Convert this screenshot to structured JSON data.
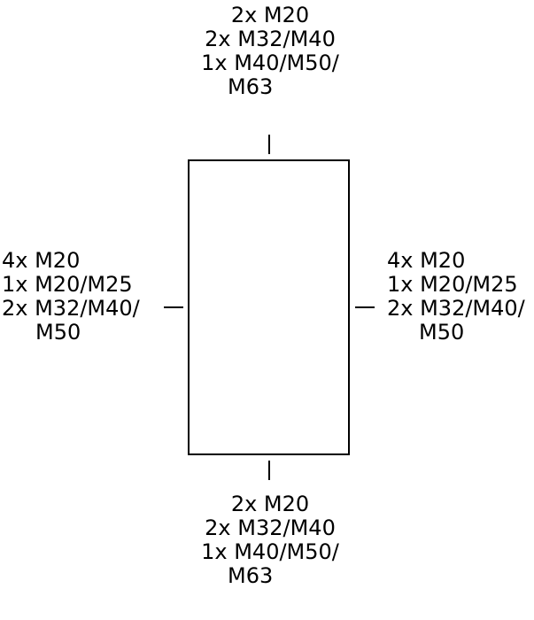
{
  "entries": {
    "top": [
      "2x M20",
      "2x M32/M40",
      "1x M40/M50/",
      "M63"
    ],
    "bottom": [
      "2x M20",
      "2x M32/M40",
      "1x M40/M50/",
      "M63"
    ],
    "left": [
      "4x M20",
      "1x M20/M25",
      "2x M32/M40/",
      "M50"
    ],
    "right": [
      "4x M20",
      "1x M20/M25",
      "2x M32/M40/",
      "M50"
    ]
  }
}
